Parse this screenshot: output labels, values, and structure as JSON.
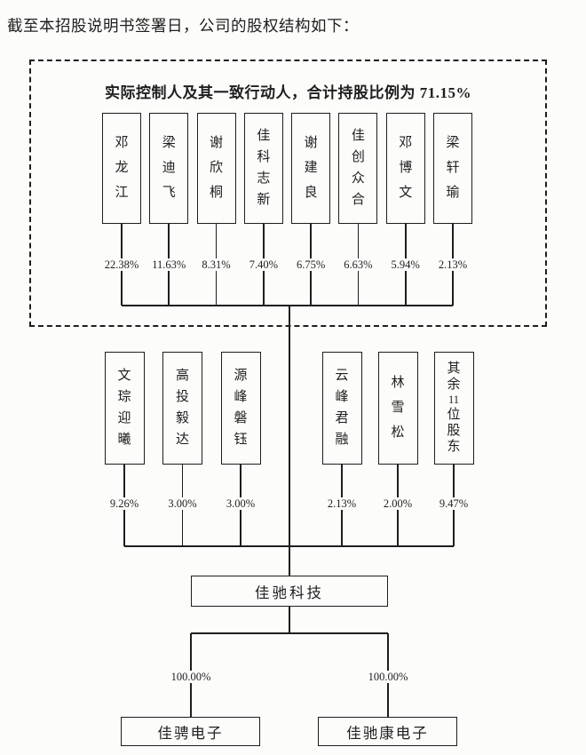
{
  "page": {
    "header": "截至本招股说明书签署日，公司的股权结构如下："
  },
  "diagram": {
    "controller_group": {
      "title": "实际控制人及其一致行动人，合计持股比例为 71.15%",
      "total_pct": "71.15%",
      "members": [
        {
          "name": "邓龙江",
          "pct": "22.38%"
        },
        {
          "name": "梁迪飞",
          "pct": "11.63%"
        },
        {
          "name": "谢欣桐",
          "pct": "8.31%"
        },
        {
          "name": "佳科志新",
          "pct": "7.40%"
        },
        {
          "name": "谢建良",
          "pct": "6.75%"
        },
        {
          "name": "佳创众合",
          "pct": "6.63%"
        },
        {
          "name": "邓博文",
          "pct": "5.94%"
        },
        {
          "name": "梁轩瑜",
          "pct": "2.13%"
        }
      ]
    },
    "other_shareholders": [
      {
        "name": "文琮迎曦",
        "pct": "9.26%"
      },
      {
        "name": "高投毅达",
        "pct": "3.00%"
      },
      {
        "name": "源峰磐钰",
        "pct": "3.00%"
      },
      {
        "name": "云峰君融",
        "pct": "2.13%"
      },
      {
        "name": "林雪松",
        "pct": "2.00%"
      },
      {
        "name": "其余11位股东",
        "pct": "9.47%"
      }
    ],
    "company": {
      "name": "佳驰科技"
    },
    "subsidiaries": [
      {
        "name": "佳骋电子",
        "pct": "100.00%"
      },
      {
        "name": "佳驰康电子",
        "pct": "100.00%"
      }
    ],
    "line_color": "#1e1e1e"
  }
}
